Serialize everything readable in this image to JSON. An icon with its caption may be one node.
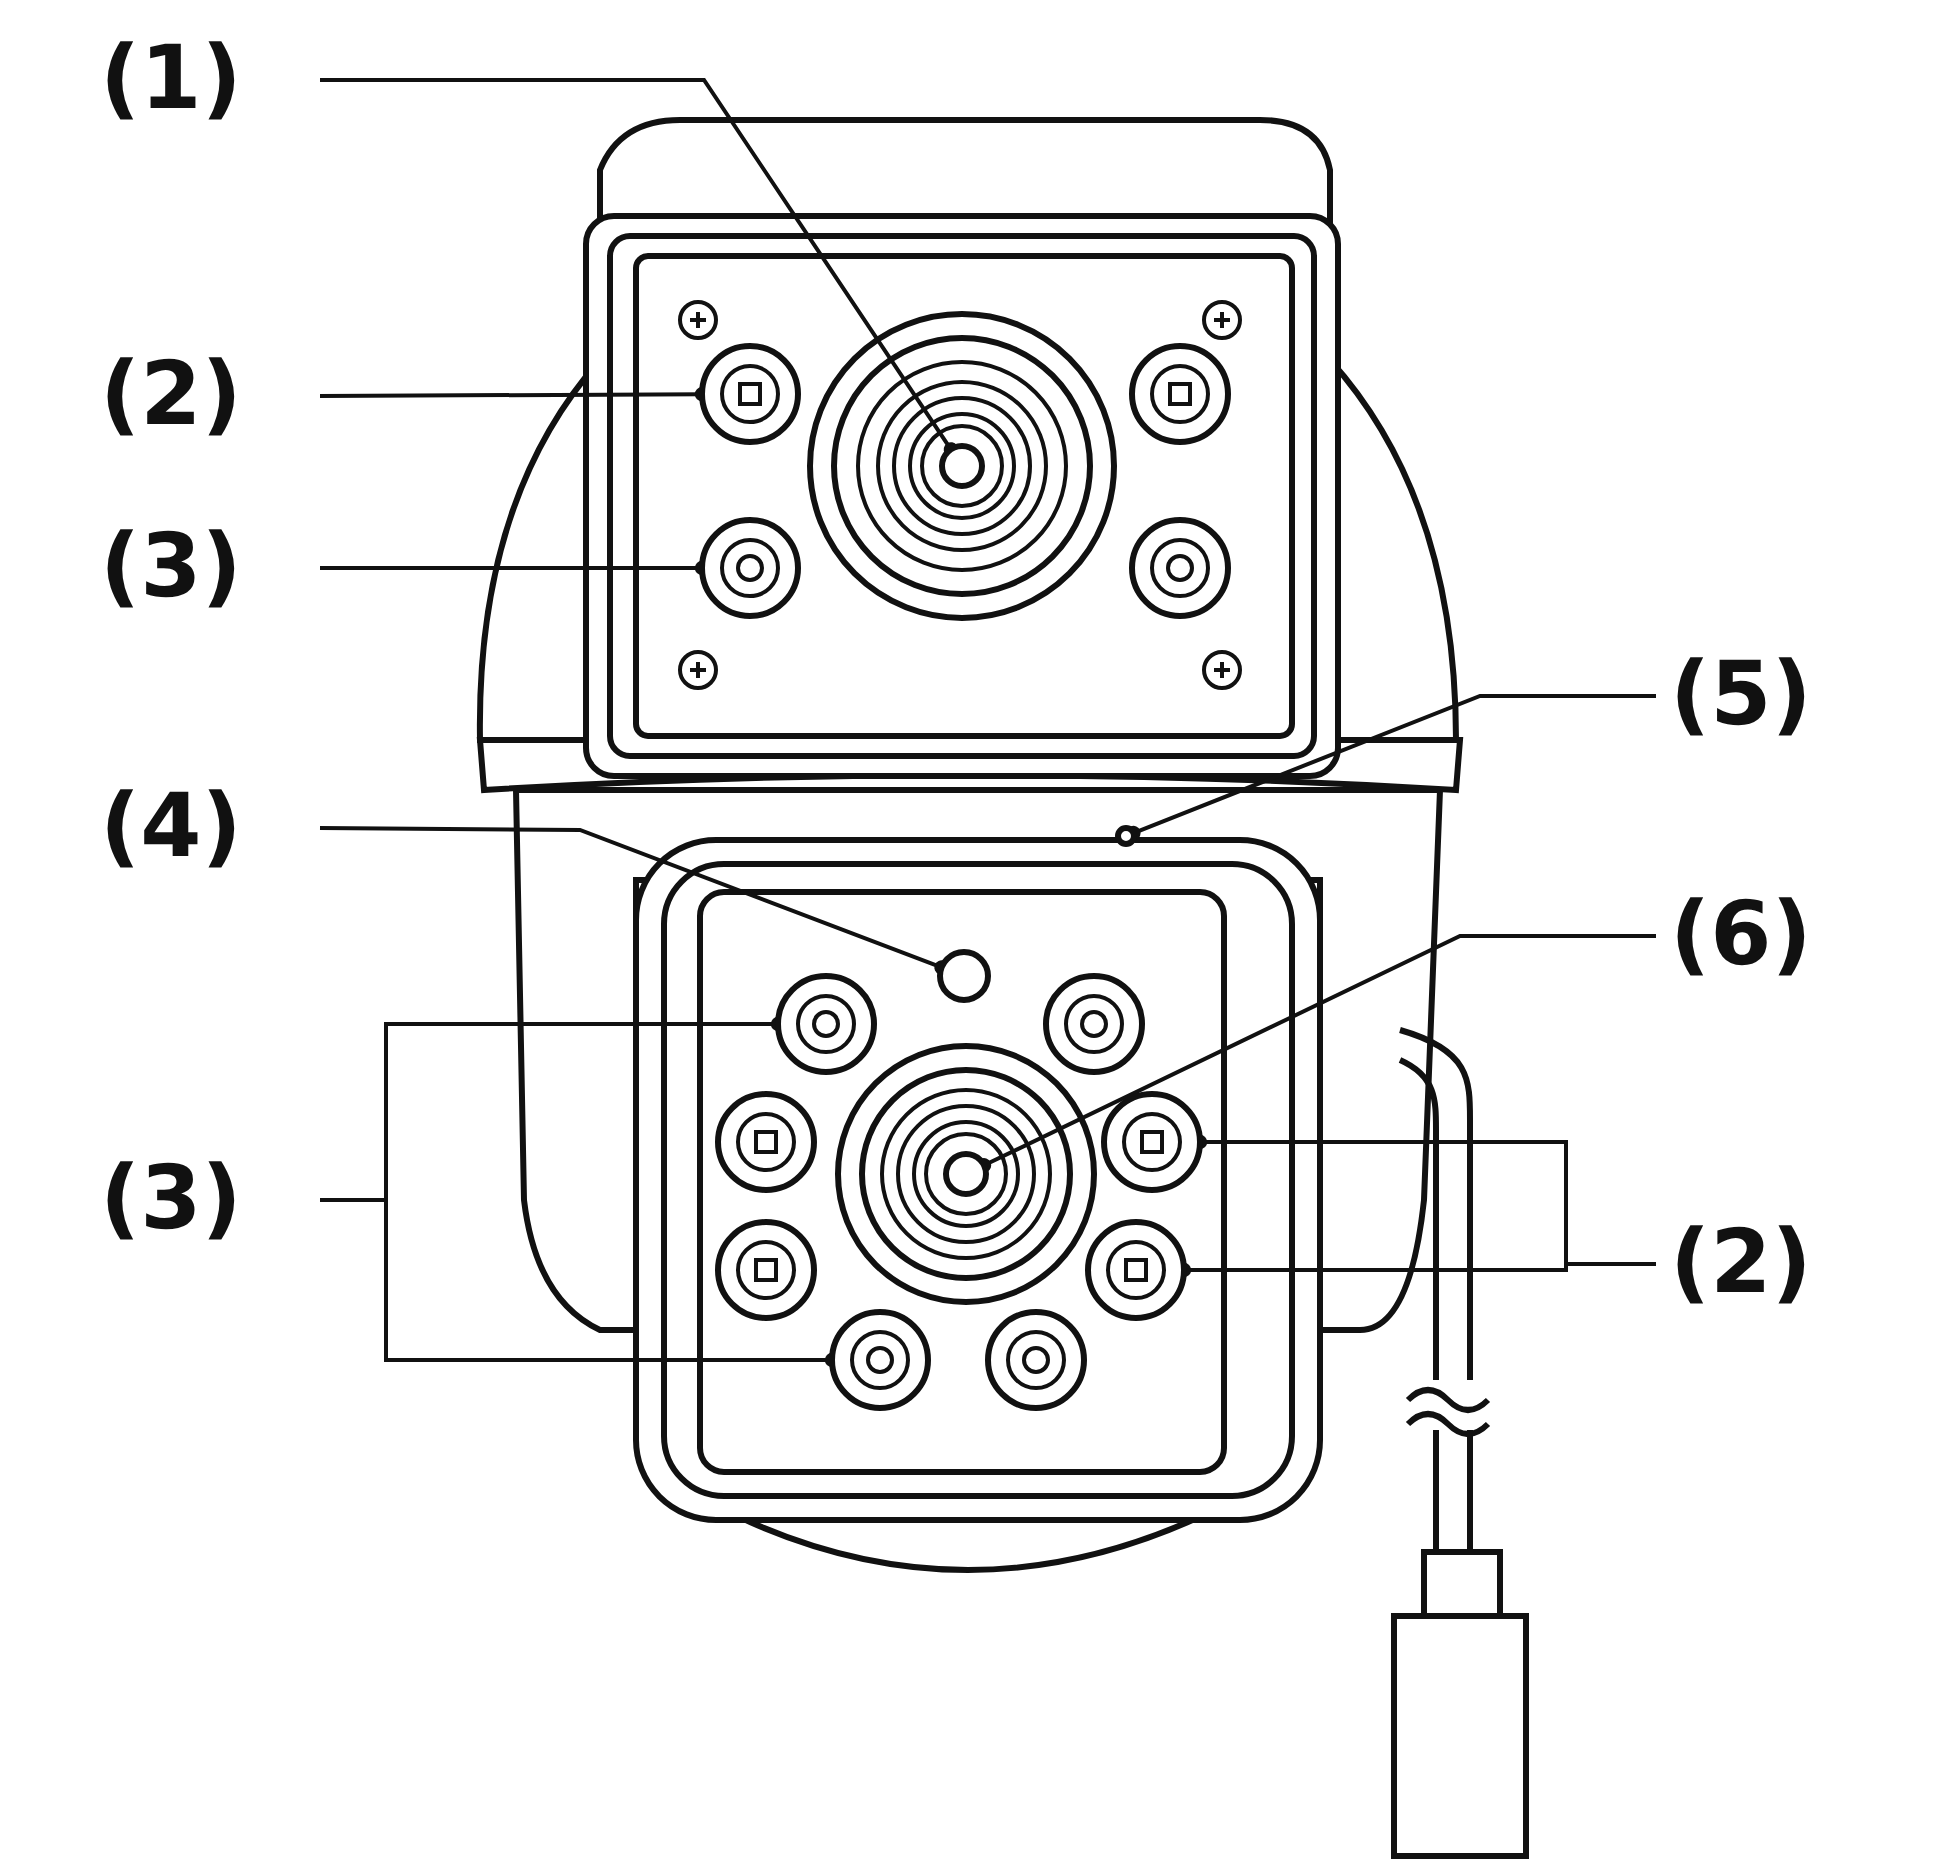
{
  "diagram": {
    "nodes": [
      {
        "text": [
          "(1)"
        ]
      },
      {
        "text": [
          "(2)"
        ]
      },
      {
        "text": [
          "(3)"
        ]
      },
      {
        "text": [
          "(5)"
        ]
      },
      {
        "text": [
          "(4)"
        ]
      },
      {
        "text": [
          "(6)"
        ]
      },
      {
        "text": [
          "(3)"
        ]
      },
      {
        "text": [
          "(2)"
        ]
      },
      {
        "text": [],
        "shape": "circle"
      },
      {
        "text": [],
        "shape": "circle"
      },
      {
        "text": [],
        "shape": "circle"
      },
      {
        "text": [],
        "shape": "circle"
      },
      {
        "text": [],
        "shape": "circle"
      },
      {
        "text": [],
        "shape": "circle"
      },
      {
        "text": [],
        "shape": "circle"
      },
      {
        "text": [],
        "shape": "circle"
      },
      {
        "text": [],
        "shape": "circle"
      },
      {
        "text": [],
        "shape": "circle"
      },
      {
        "text": [],
        "shape": "circle"
      },
      {
        "text": [],
        "shape": "circle"
      },
      {
        "text": [],
        "shape": "circle"
      },
      {
        "text": [],
        "shape": "circle"
      },
      {
        "text": [],
        "shape": "circle"
      },
      {
        "text": [],
        "shape": "circle"
      }
    ],
    "edges": [
      {
        "from": 0,
        "to": 8,
        "arrow": "other"
      },
      {
        "from": 1,
        "to": 9,
        "arrow": "other"
      },
      {
        "from": 2,
        "to": 10,
        "arrow": "other"
      },
      {
        "from": 3,
        "to": 11,
        "arrow": "other"
      },
      {
        "from": 4,
        "to": 12,
        "arrow": "other"
      },
      {
        "from": 5,
        "to": 13,
        "arrow": "other"
      },
      {
        "from": 6,
        "to": 14,
        "arrow": "other"
      },
      {
        "from": 6,
        "to": 15,
        "arrow": "other"
      },
      {
        "from": 7,
        "to": 16,
        "arrow": "other"
      },
      {
        "from": 7,
        "to": 17,
        "arrow": "other"
      }
    ]
  }
}
